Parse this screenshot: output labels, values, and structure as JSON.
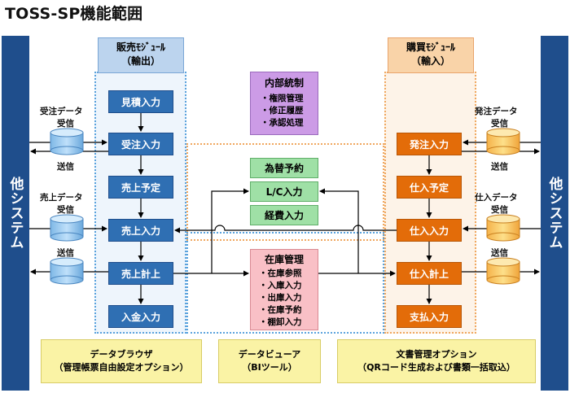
{
  "title": "TOSS-SP機能範囲",
  "other_system_left": "他システム",
  "other_system_right": "他システム",
  "sales_module": {
    "line1": "販売ﾓｼﾞｭｰﾙ",
    "line2": "（輸出）",
    "boxes": [
      "見積入力",
      "受注入力",
      "売上予定",
      "売上入力",
      "売上計上",
      "入金入力"
    ]
  },
  "purchase_module": {
    "line1": "購買ﾓｼﾞｭｰﾙ",
    "line2": "（輸入）",
    "boxes": [
      "発注入力",
      "仕入予定",
      "仕入入力",
      "仕入計上",
      "支払入力"
    ]
  },
  "left_labels": {
    "order_data": "受注データ",
    "receive1": "受信",
    "send1": "送信",
    "sales_data": "売上データ",
    "receive2": "受信",
    "send2": "送信"
  },
  "right_labels": {
    "po_data": "発注データ",
    "receive1": "受信",
    "send1": "送信",
    "purchase_data": "仕入データ",
    "receive2": "受信",
    "send2": "送信"
  },
  "internal_control": {
    "title": "内部統制",
    "items": [
      "・権限管理",
      "・修正履歴",
      "・承認処理"
    ]
  },
  "center_green": [
    "為替予約",
    "L/C入力",
    "経費入力"
  ],
  "inventory": {
    "title": "在庫管理",
    "items": [
      "・在庫参照",
      "・入庫入力",
      "・出庫入力",
      "・在庫予約",
      "・棚卸入力"
    ]
  },
  "options": [
    {
      "line1": "データブラウザ",
      "line2": "（管理帳票自由設定オプション）"
    },
    {
      "line1": "データビューア",
      "line2": "（BIツール）"
    },
    {
      "line1": "文書管理オプション",
      "line2": "（QRコード生成および書類一括取込）"
    }
  ],
  "colors": {
    "system_blue": "#1f4e8c",
    "sales_blue": "#2f6fb3",
    "purchase_orange": "#e36c09",
    "purple": "#cc9be6",
    "green": "#9fe0a6",
    "pink": "#f9c0c6",
    "yellow": "#faf3a5"
  }
}
